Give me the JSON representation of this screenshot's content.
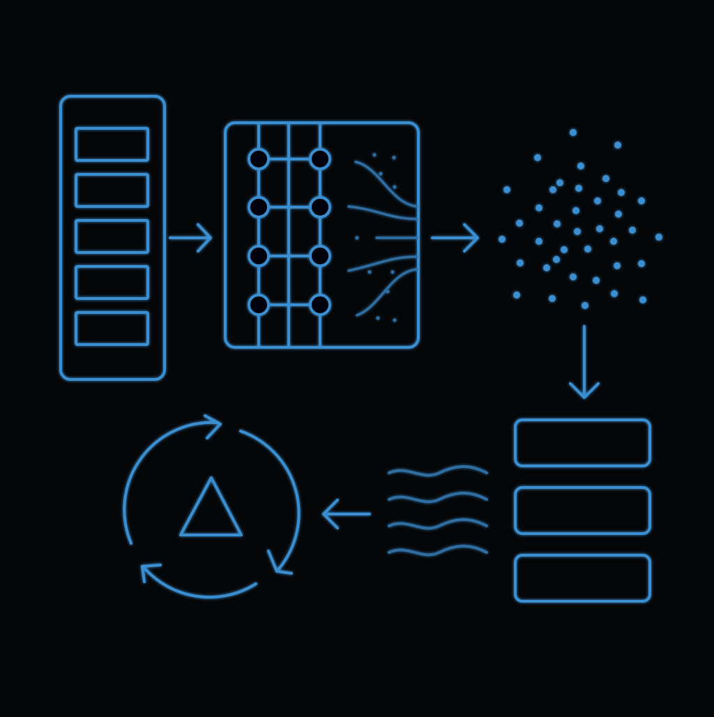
{
  "colors": {
    "background": "#050608",
    "stroke": "#3b8fd0",
    "stroke_dim": "#2f6ea3"
  },
  "diagram": {
    "nodes": [
      {
        "id": "input-stack",
        "icon": "stacked-rows-panel",
        "row_count": 5
      },
      {
        "id": "network-grid",
        "icon": "neural-network-grid",
        "node_count": 8,
        "flow_lines": 6
      },
      {
        "id": "point-cloud",
        "icon": "scattered-dots"
      },
      {
        "id": "output-stack",
        "icon": "stacked-bars",
        "row_count": 3
      },
      {
        "id": "wave-signal",
        "icon": "wave-lines",
        "wave_count": 4
      },
      {
        "id": "cycle-loop",
        "icon": "refresh-cycle-with-triangle"
      }
    ],
    "edges": [
      {
        "from": "input-stack",
        "to": "network-grid",
        "icon": "arrow-right-icon"
      },
      {
        "from": "network-grid",
        "to": "point-cloud",
        "icon": "arrow-right-icon"
      },
      {
        "from": "point-cloud",
        "to": "output-stack",
        "icon": "arrow-down-icon"
      },
      {
        "from": "wave-signal",
        "to": "cycle-loop",
        "icon": "arrow-left-icon"
      }
    ]
  }
}
